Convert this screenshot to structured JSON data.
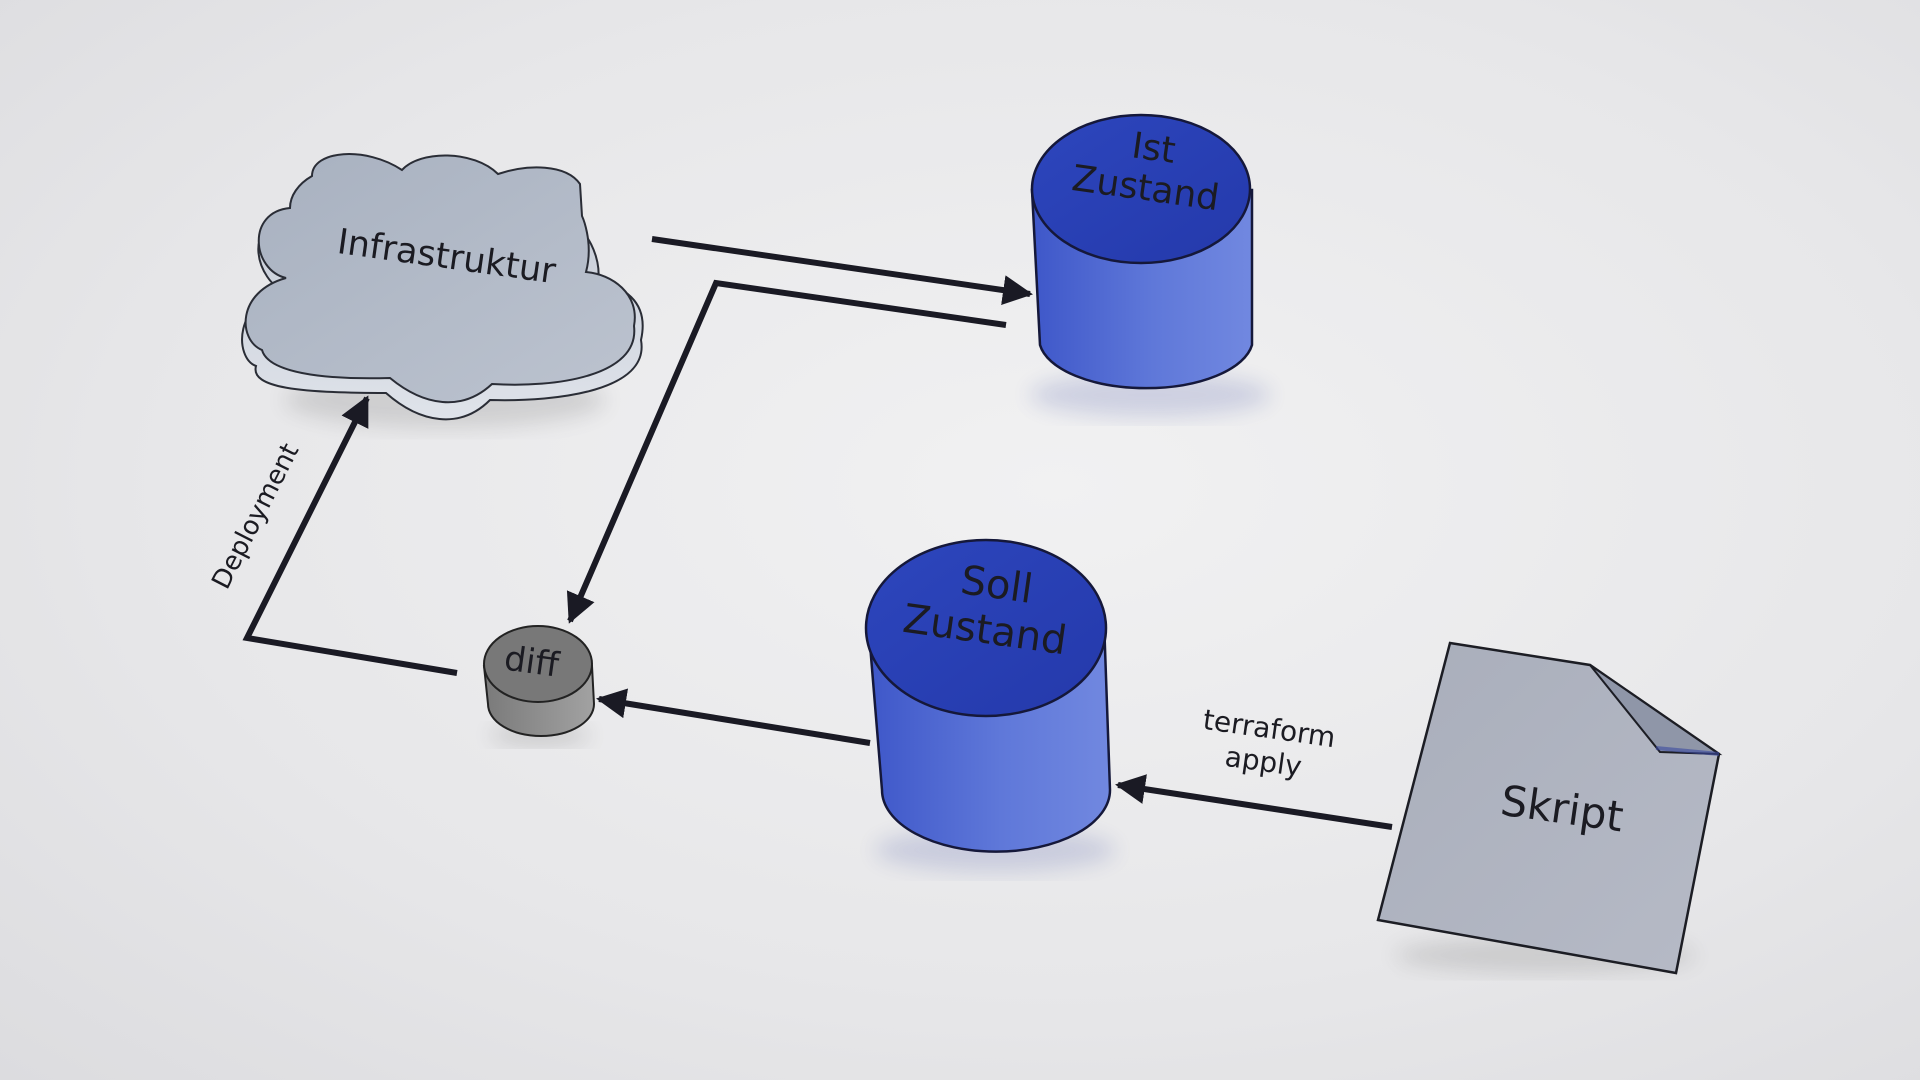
{
  "nodes": {
    "infrastructure": {
      "label": "Infrastruktur"
    },
    "ist_state": {
      "line1": "Ist",
      "line2": "Zustand"
    },
    "soll_state": {
      "line1": "Soll",
      "line2": "Zustand"
    },
    "diff": {
      "label": "diff"
    },
    "script": {
      "label": "Skript"
    }
  },
  "edges": {
    "deployment": {
      "label": "Deployment"
    },
    "terraform_apply": {
      "line1": "terraform",
      "line2": "apply"
    }
  },
  "colors": {
    "cylinder_blue_top": "#2f48bf",
    "cylinder_blue_side": "#5a73d6",
    "cloud_gray": "#b4bcc9",
    "diff_gray": "#7c7c7c",
    "paper_gray": "#aeb3c0",
    "arrow": "#1a1a24",
    "background": "#e8e8ea"
  }
}
